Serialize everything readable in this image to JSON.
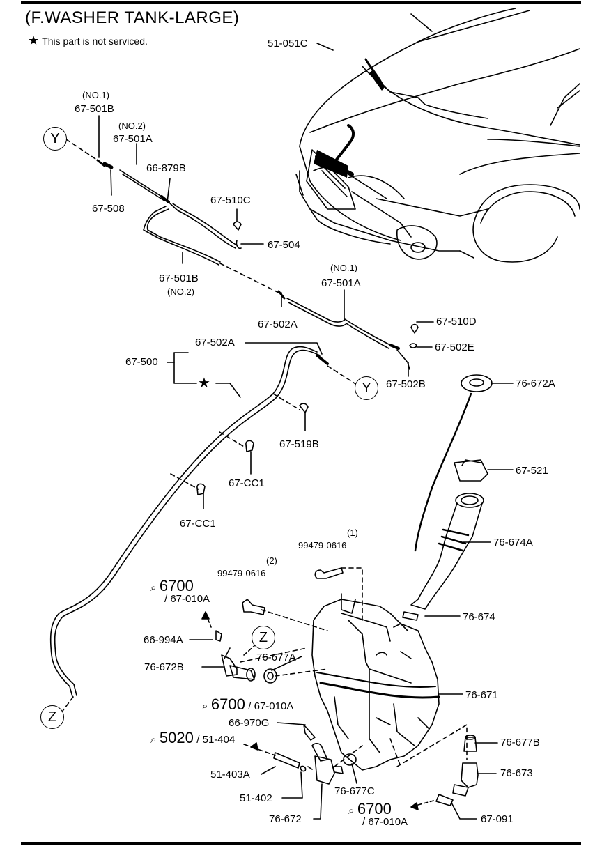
{
  "title": "(F.WASHER TANK-LARGE)",
  "note": {
    "symbol": "★",
    "text": "This part is not serviced."
  },
  "callouts": [
    {
      "id": "51-051C",
      "text": "51-051C"
    },
    {
      "id": "no1-a",
      "text": "(NO.1)"
    },
    {
      "id": "67-501B-a",
      "text": "67-501B"
    },
    {
      "id": "no2-a",
      "text": "(NO.2)"
    },
    {
      "id": "67-501A-a",
      "text": "67-501A"
    },
    {
      "id": "66-879B",
      "text": "66-879B"
    },
    {
      "id": "67-508",
      "text": "67-508"
    },
    {
      "id": "67-510C",
      "text": "67-510C"
    },
    {
      "id": "67-504",
      "text": "67-504"
    },
    {
      "id": "67-501B-b",
      "text": "67-501B"
    },
    {
      "id": "no2-b",
      "text": "(NO.2)"
    },
    {
      "id": "no1-b",
      "text": "(NO.1)"
    },
    {
      "id": "67-501A-b",
      "text": "67-501A"
    },
    {
      "id": "67-502A-a",
      "text": "67-502A"
    },
    {
      "id": "67-510D",
      "text": "67-510D"
    },
    {
      "id": "67-502E",
      "text": "67-502E"
    },
    {
      "id": "67-502A-b",
      "text": "67-502A"
    },
    {
      "id": "67-500",
      "text": "67-500"
    },
    {
      "id": "67-502B",
      "text": "67-502B"
    },
    {
      "id": "76-672A",
      "text": "76-672A"
    },
    {
      "id": "67-519B",
      "text": "67-519B"
    },
    {
      "id": "67-CC1-a",
      "text": "67-CC1"
    },
    {
      "id": "67-CC1-b",
      "text": "67-CC1"
    },
    {
      "id": "76-521",
      "text": "67-521"
    },
    {
      "id": "76-674A",
      "text": "76-674A"
    },
    {
      "id": "paren1",
      "text": "(1)"
    },
    {
      "id": "99479-0616-a",
      "text": "99479-0616"
    },
    {
      "id": "paren2",
      "text": "(2)"
    },
    {
      "id": "99479-0616-b",
      "text": "99479-0616"
    },
    {
      "id": "76-674",
      "text": "76-674"
    },
    {
      "id": "66-994A",
      "text": "66-994A"
    },
    {
      "id": "76-677A",
      "text": "76-677A"
    },
    {
      "id": "76-672B",
      "text": "76-672B"
    },
    {
      "id": "76-671",
      "text": "76-671"
    },
    {
      "id": "66-970G",
      "text": "66-970G"
    },
    {
      "id": "76-677B",
      "text": "76-677B"
    },
    {
      "id": "51-403A",
      "text": "51-403A"
    },
    {
      "id": "76-673",
      "text": "76-673"
    },
    {
      "id": "51-402",
      "text": "51-402"
    },
    {
      "id": "76-677C",
      "text": "76-677C"
    },
    {
      "id": "76-672",
      "text": "76-672"
    },
    {
      "id": "67-091",
      "text": "67-091"
    }
  ],
  "section_refs": [
    {
      "id": "ref-6700-top",
      "num": "6700",
      "sub": "/ 67-010A"
    },
    {
      "id": "ref-6700-mid",
      "num": "6700",
      "sub": "/ 67-010A"
    },
    {
      "id": "ref-5020",
      "num": "5020",
      "sub": "/ 51-404"
    },
    {
      "id": "ref-6700-bot",
      "num": "6700",
      "sub": "/ 67-010A"
    }
  ],
  "connectors": [
    {
      "id": "Y-top",
      "letter": "Y"
    },
    {
      "id": "Y-mid",
      "letter": "Y"
    },
    {
      "id": "Z-mid",
      "letter": "Z"
    },
    {
      "id": "Z-bot",
      "letter": "Z"
    }
  ],
  "star_marker": "★"
}
